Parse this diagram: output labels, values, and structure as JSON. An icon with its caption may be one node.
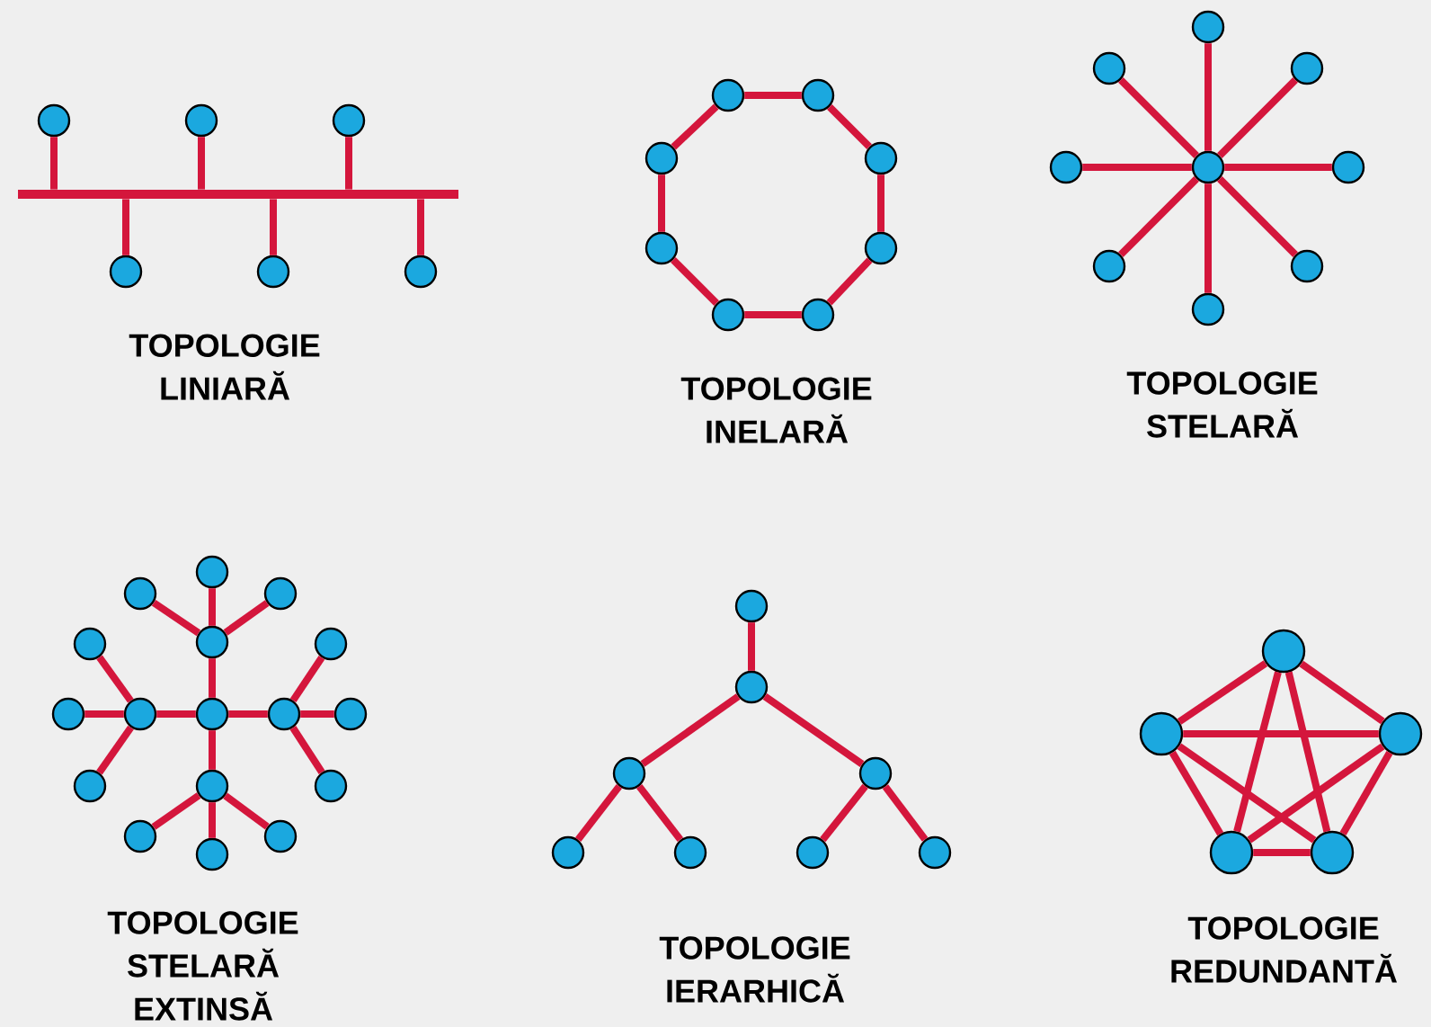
{
  "diagram": {
    "nodes": [
      {
        "text": [],
        "shape": "bar"
      },
      {
        "text": [],
        "shape": "circle"
      },
      {
        "text": [],
        "shape": "circle"
      },
      {
        "text": [],
        "shape": "circle"
      },
      {
        "text": [],
        "shape": "circle"
      },
      {
        "text": [],
        "shape": "circle"
      },
      {
        "text": [],
        "shape": "circle"
      },
      {
        "text": [],
        "shape": "circle"
      },
      {
        "text": [],
        "shape": "circle"
      },
      {
        "text": [],
        "shape": "circle"
      },
      {
        "text": [],
        "shape": "circle"
      },
      {
        "text": [],
        "shape": "circle"
      },
      {
        "text": [],
        "shape": "circle"
      },
      {
        "text": [],
        "shape": "circle"
      },
      {
        "text": [],
        "shape": "circle"
      },
      {
        "text": [],
        "shape": "circle"
      },
      {
        "text": [],
        "shape": "circle"
      },
      {
        "text": [],
        "shape": "circle"
      },
      {
        "text": [],
        "shape": "circle"
      },
      {
        "text": [],
        "shape": "circle"
      },
      {
        "text": [],
        "shape": "circle"
      },
      {
        "text": [],
        "shape": "circle"
      },
      {
        "text": [],
        "shape": "circle"
      },
      {
        "text": [],
        "shape": "circle"
      },
      {
        "text": [],
        "shape": "circle"
      },
      {
        "text": [],
        "shape": "circle"
      },
      {
        "text": [],
        "shape": "circle"
      },
      {
        "text": [],
        "shape": "circle"
      },
      {
        "text": [],
        "shape": "circle"
      },
      {
        "text": [],
        "shape": "circle"
      },
      {
        "text": [],
        "shape": "circle"
      },
      {
        "text": [],
        "shape": "circle"
      },
      {
        "text": [],
        "shape": "circle"
      },
      {
        "text": [],
        "shape": "circle"
      },
      {
        "text": [],
        "shape": "circle"
      },
      {
        "text": [],
        "shape": "circle"
      },
      {
        "text": [],
        "shape": "circle"
      },
      {
        "text": [],
        "shape": "circle"
      },
      {
        "text": [],
        "shape": "circle"
      },
      {
        "text": [],
        "shape": "circle"
      },
      {
        "text": [],
        "shape": "circle"
      },
      {
        "text": [],
        "shape": "circle"
      },
      {
        "text": [],
        "shape": "circle"
      },
      {
        "text": [],
        "shape": "circle"
      },
      {
        "text": [],
        "shape": "circle"
      },
      {
        "text": [],
        "shape": "circle"
      },
      {
        "text": [],
        "shape": "circle"
      },
      {
        "text": [],
        "shape": "circle"
      },
      {
        "text": [],
        "shape": "circle"
      },
      {
        "text": [],
        "shape": "circle"
      },
      {
        "text": [],
        "shape": "circle"
      },
      {
        "text": [],
        "shape": "circle"
      },
      {
        "text": [],
        "shape": "circle"
      },
      {
        "text": [],
        "shape": "circle"
      }
    ],
    "edges": [
      {
        "from": 0,
        "to": 1,
        "arrow": "none"
      },
      {
        "from": 0,
        "to": 2,
        "arrow": "none"
      },
      {
        "from": 0,
        "to": 3,
        "arrow": "none"
      },
      {
        "from": 0,
        "to": 4,
        "arrow": "none"
      },
      {
        "from": 0,
        "to": 5,
        "arrow": "none"
      },
      {
        "from": 0,
        "to": 6,
        "arrow": "none"
      },
      {
        "from": 7,
        "to": 8,
        "arrow": "none"
      },
      {
        "from": 8,
        "to": 9,
        "arrow": "none"
      },
      {
        "from": 9,
        "to": 10,
        "arrow": "none"
      },
      {
        "from": 10,
        "to": 11,
        "arrow": "none"
      },
      {
        "from": 11,
        "to": 12,
        "arrow": "none"
      },
      {
        "from": 12,
        "to": 13,
        "arrow": "none"
      },
      {
        "from": 13,
        "to": 14,
        "arrow": "none"
      },
      {
        "from": 14,
        "to": 7,
        "arrow": "none"
      },
      {
        "from": 15,
        "to": 16,
        "arrow": "none"
      },
      {
        "from": 15,
        "to": 17,
        "arrow": "none"
      },
      {
        "from": 15,
        "to": 18,
        "arrow": "none"
      },
      {
        "from": 15,
        "to": 19,
        "arrow": "none"
      },
      {
        "from": 15,
        "to": 20,
        "arrow": "none"
      },
      {
        "from": 15,
        "to": 21,
        "arrow": "none"
      },
      {
        "from": 15,
        "to": 22,
        "arrow": "none"
      },
      {
        "from": 15,
        "to": 23,
        "arrow": "none"
      },
      {
        "from": 24,
        "to": 25,
        "arrow": "none"
      },
      {
        "from": 24,
        "to": 26,
        "arrow": "none"
      },
      {
        "from": 24,
        "to": 27,
        "arrow": "none"
      },
      {
        "from": 24,
        "to": 28,
        "arrow": "none"
      },
      {
        "from": 25,
        "to": 29,
        "arrow": "none"
      },
      {
        "from": 25,
        "to": 30,
        "arrow": "none"
      },
      {
        "from": 25,
        "to": 31,
        "arrow": "none"
      },
      {
        "from": 26,
        "to": 32,
        "arrow": "none"
      },
      {
        "from": 26,
        "to": 33,
        "arrow": "none"
      },
      {
        "from": 26,
        "to": 34,
        "arrow": "none"
      },
      {
        "from": 27,
        "to": 35,
        "arrow": "none"
      },
      {
        "from": 27,
        "to": 36,
        "arrow": "none"
      },
      {
        "from": 27,
        "to": 37,
        "arrow": "none"
      },
      {
        "from": 28,
        "to": 38,
        "arrow": "none"
      },
      {
        "from": 28,
        "to": 39,
        "arrow": "none"
      },
      {
        "from": 28,
        "to": 40,
        "arrow": "none"
      },
      {
        "from": 41,
        "to": 42,
        "arrow": "none"
      },
      {
        "from": 42,
        "to": 43,
        "arrow": "none"
      },
      {
        "from": 42,
        "to": 44,
        "arrow": "none"
      },
      {
        "from": 43,
        "to": 45,
        "arrow": "none"
      },
      {
        "from": 43,
        "to": 46,
        "arrow": "none"
      },
      {
        "from": 44,
        "to": 47,
        "arrow": "none"
      },
      {
        "from": 44,
        "to": 48,
        "arrow": "none"
      },
      {
        "from": 49,
        "to": 50,
        "arrow": "none"
      },
      {
        "from": 49,
        "to": 51,
        "arrow": "none"
      },
      {
        "from": 49,
        "to": 52,
        "arrow": "none"
      },
      {
        "from": 49,
        "to": 53,
        "arrow": "none"
      },
      {
        "from": 50,
        "to": 51,
        "arrow": "none"
      },
      {
        "from": 50,
        "to": 52,
        "arrow": "none"
      },
      {
        "from": 50,
        "to": 53,
        "arrow": "none"
      },
      {
        "from": 51,
        "to": 52,
        "arrow": "none"
      },
      {
        "from": 51,
        "to": 53,
        "arrow": "none"
      },
      {
        "from": 52,
        "to": 53,
        "arrow": "none"
      }
    ],
    "labels": [
      "TOPOLOGIE LINIARĂ",
      "TOPOLOGIE INELARĂ",
      "TOPOLOGIE STELARĂ",
      "TOPOLOGIE STELARĂ EXTINSĂ",
      "TOPOLOGIE IERARHICĂ",
      "TOPOLOGIE REDUNDANTĂ"
    ]
  }
}
